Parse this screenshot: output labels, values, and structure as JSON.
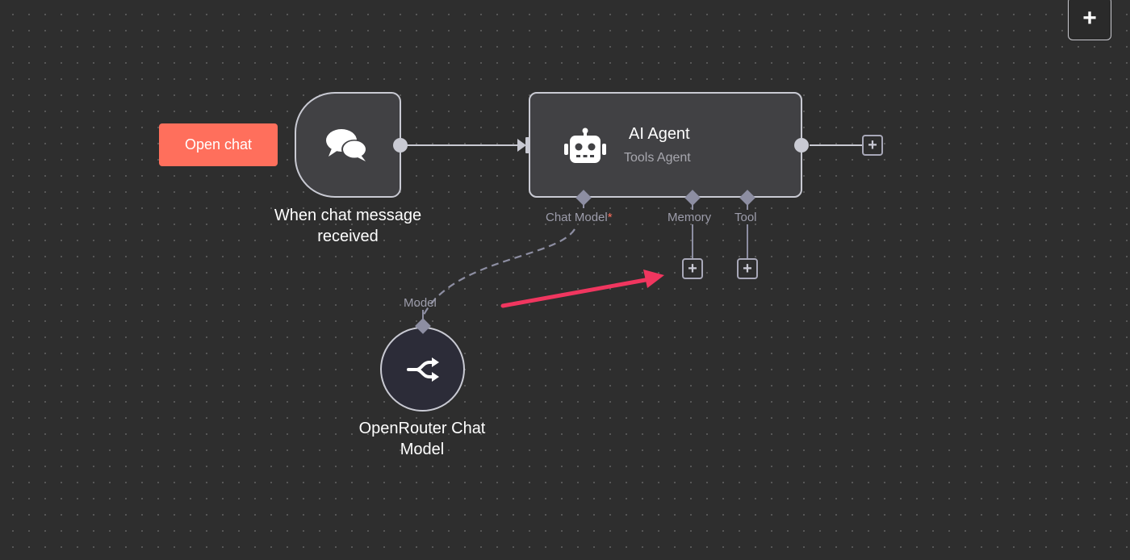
{
  "toolbar": {
    "add_label": "+",
    "add_icon": "plus-icon"
  },
  "open_chat": {
    "label": "Open chat",
    "color": "#ff6f5c"
  },
  "trigger_node": {
    "label": "When chat message received",
    "icon": "chat-bubbles-icon"
  },
  "agent_node": {
    "title": "AI Agent",
    "subtitle": "Tools Agent",
    "icon": "robot-icon",
    "ports": {
      "chat_model": "Chat Model",
      "chat_model_required": "*",
      "memory": "Memory",
      "tool": "Tool"
    },
    "add_label": "+"
  },
  "model_node": {
    "port_label": "Model",
    "label": "OpenRouter Chat Model",
    "icon": "openrouter-icon"
  },
  "memory_add_label": "+",
  "tool_add_label": "+",
  "colors": {
    "canvas_bg": "#2e2e2e",
    "node_bg": "#414144",
    "node_border": "#c9cad3",
    "port": "#8d8ea2",
    "annotation_arrow": "#f0365f",
    "accent": "#ff6f5c"
  }
}
